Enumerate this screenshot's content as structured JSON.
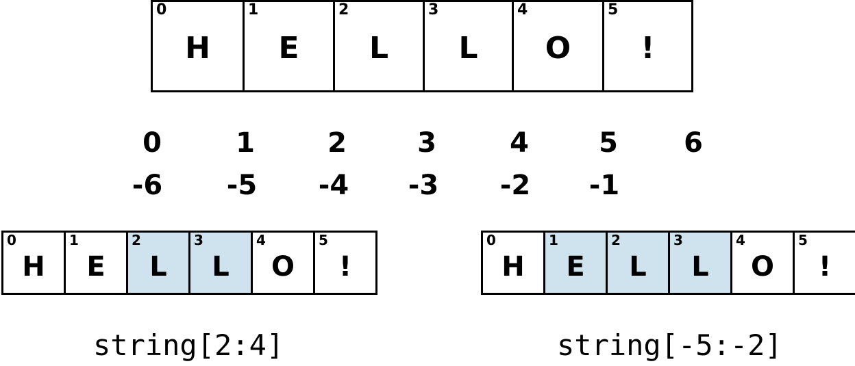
{
  "string_chars": [
    "H",
    "E",
    "L",
    "L",
    "O",
    "!"
  ],
  "char_indices": [
    "0",
    "1",
    "2",
    "3",
    "4",
    "5"
  ],
  "positive_indices": [
    "0",
    "1",
    "2",
    "3",
    "4",
    "5",
    "6"
  ],
  "negative_indices": [
    "-6",
    "-5",
    "-4",
    "-3",
    "-2",
    "-1"
  ],
  "highlight_color": "#cfe3ef",
  "left_slice": {
    "expression": "string[2:4]",
    "highlighted": [
      2,
      3
    ]
  },
  "right_slice": {
    "expression": "string[-5:-2]",
    "highlighted": [
      1,
      2,
      3
    ]
  }
}
